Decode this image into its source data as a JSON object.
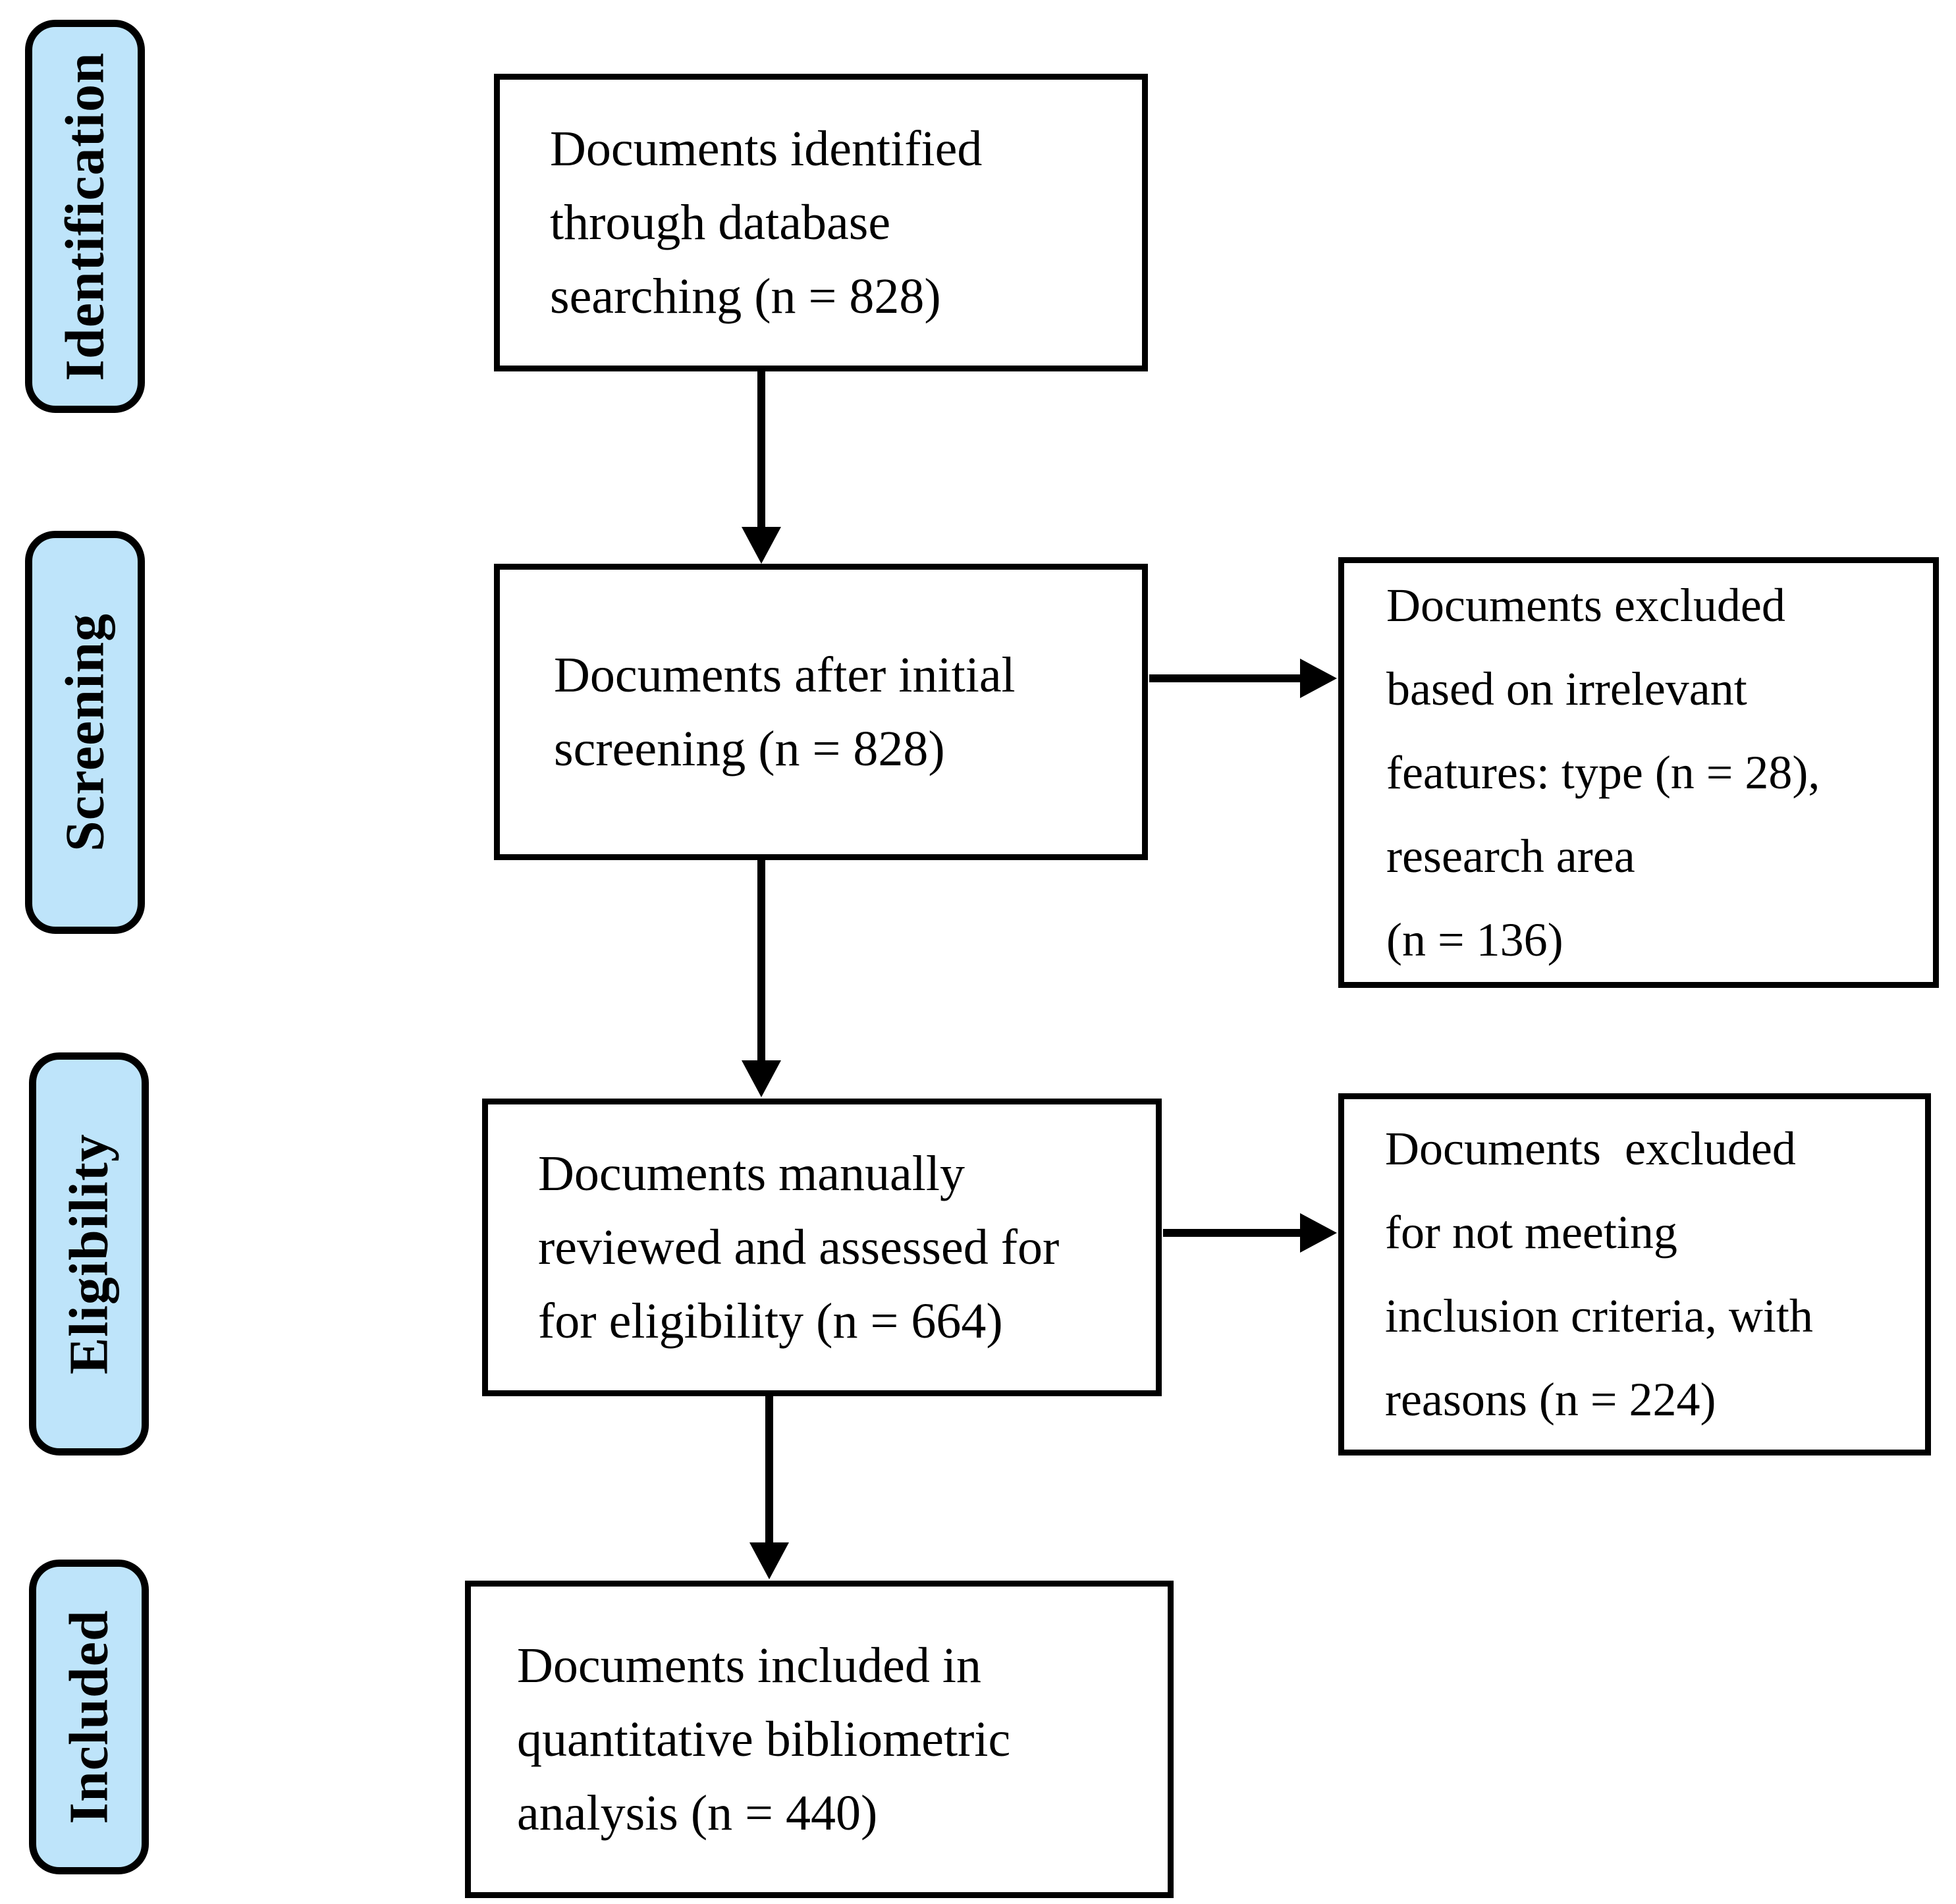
{
  "diagram": {
    "type": "PRISMA-style document selection flow diagram",
    "colors": {
      "stage_fill": "#BEE4FA",
      "line_color": "#000000",
      "box_fill": "#FFFFFF"
    },
    "stages": [
      {
        "id": "identification",
        "label": "Identification"
      },
      {
        "id": "screening",
        "label": "Screening"
      },
      {
        "id": "eligibility",
        "label": "Eligibility"
      },
      {
        "id": "included",
        "label": "Included"
      }
    ],
    "boxes": {
      "identified": {
        "lines": [
          "Documents identified",
          "through database",
          "searching (n = 828)"
        ],
        "n": 828
      },
      "screened": {
        "lines": [
          "Documents after initial",
          "screening (n = 828)"
        ],
        "n": 828
      },
      "excluded_screening": {
        "lines": [
          "Documents excluded",
          "based on irrelevant",
          "features: type (n = 28),",
          "research area",
          "(n = 136)"
        ],
        "n_type": 28,
        "n_research_area": 136
      },
      "eligibility": {
        "lines": [
          "Documents manually",
          "reviewed and assessed for",
          "for eligibility (n = 664)"
        ],
        "n": 664
      },
      "excluded_eligibility": {
        "lines": [
          "Documents  excluded",
          "for not meeting",
          "inclusion criteria, with",
          "reasons (n = 224)"
        ],
        "n": 224
      },
      "included": {
        "lines": [
          "Documents included in",
          "quantitative bibliometric",
          "analysis (n = 440)"
        ],
        "n": 440
      }
    }
  }
}
